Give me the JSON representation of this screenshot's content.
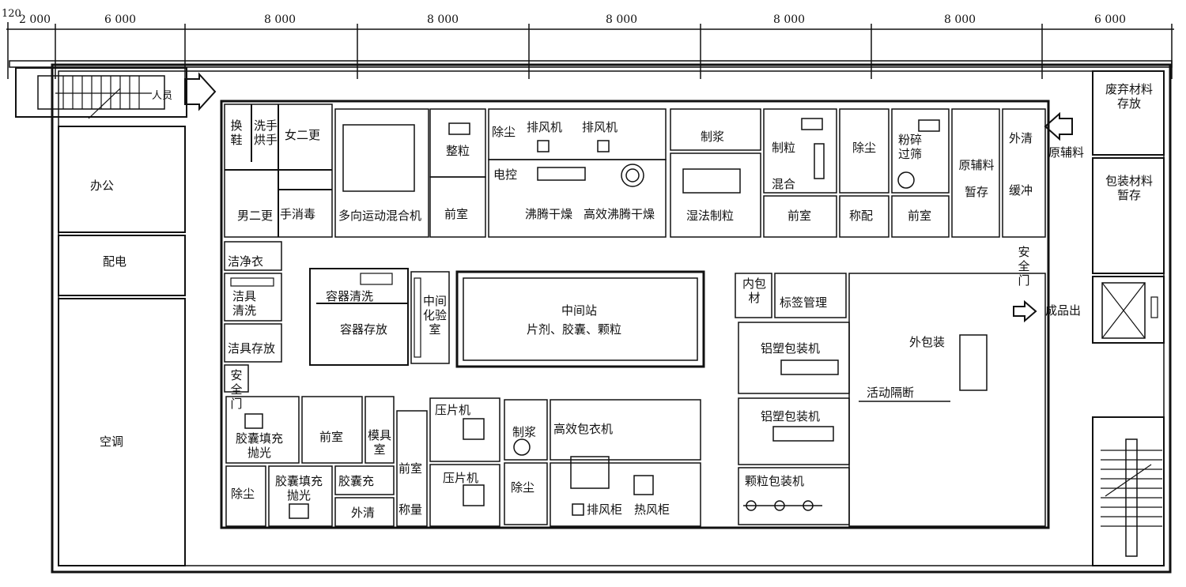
{
  "dimensions": {
    "offset": "120",
    "spans": [
      "2 000",
      "6 000",
      "8 000",
      "8 000",
      "8 000",
      "8 000",
      "8 000",
      "6 000"
    ]
  },
  "rooms": {
    "office": "办公",
    "power": "配电",
    "hvac": "空调",
    "personnel": "人员",
    "change_shoes": "换鞋",
    "wash_dry": "洗手烘手",
    "female_change2": "女二更",
    "male_change2": "男二更",
    "hand_disinfect": "手消毒",
    "clean_clothes": "洁净衣",
    "tool_wash": "洁具清洗",
    "tool_storage": "洁具存放",
    "safety_exit_left": "安全门",
    "multi_mixer": "多向运动混合机",
    "granulate": "整粒",
    "anteroom_1": "前室",
    "dedust_top": "除尘",
    "exhaust_fan_1": "排风机",
    "exhaust_fan_2": "排风机",
    "electric_control": "电控",
    "fluid_bed_dry": "沸腾干燥",
    "efficient_fluid_dry": "高效沸腾干燥",
    "slurry_top": "制浆",
    "wet_granulate": "湿法制粒",
    "granulate_mix": "制粒混合",
    "anteroom_2": "前室",
    "weighing_top": "称配",
    "dedust_mid": "除尘",
    "crush_sieve": "粉碎过筛",
    "anteroom_3": "前室",
    "aux_material_temp": "原辅料暂存",
    "outer_clean": "外清",
    "buffer": "缓冲",
    "raw_material_in": "原辅料",
    "waste_storage": "废弃材料存放",
    "packaging_temp": "包装材料暂存",
    "safety_exit_right": "安全门",
    "finished_out": "成品出",
    "container_wash": "容器清洗",
    "container_storage": "容器存放",
    "mid_lab": "中间化验室",
    "intermediate_station": "中间站",
    "intermediate_items": "片剂、胶囊、颗粒",
    "inner_pack_material": "内包材",
    "label_management": "标签管理",
    "outer_packaging": "外包装",
    "alu_blister_1": "铝塑包装机",
    "alu_blister_2": "铝塑包装机",
    "movable_partition": "活动隔断",
    "granule_packer": "颗粒包装机",
    "capsule_fill_1": "胶囊填充抛光",
    "anteroom_4": "前室",
    "mold_room": "模具室",
    "dedust_bottom_left": "除尘",
    "capsule_fill_2": "胶囊填充抛光",
    "capsule_fill_3": "胶囊充",
    "outer_clean_bottom": "外清",
    "anteroom_5": "前室",
    "weighing_bottom": "称量",
    "tablet_press_1": "压片机",
    "tablet_press_2": "压片机",
    "slurry_bottom": "制浆",
    "efficient_coating": "高效包衣机",
    "dedust_bottom": "除尘",
    "exhaust_cabinet": "排风柜",
    "hot_air_cabinet": "热风柜"
  }
}
